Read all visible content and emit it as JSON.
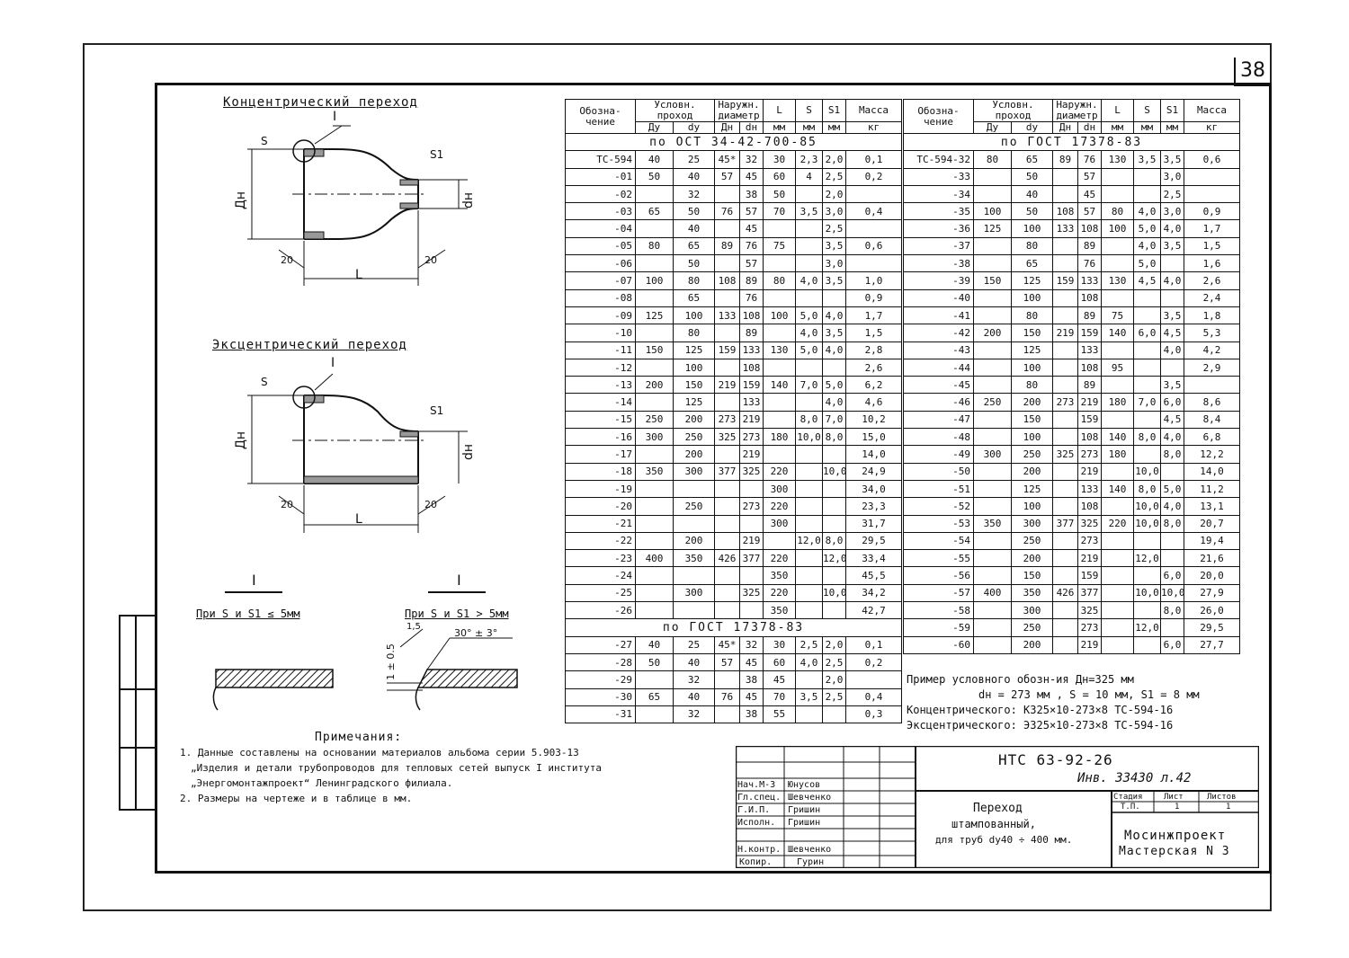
{
  "page_number": "38",
  "titles": {
    "concentric": "Концентрический переход",
    "eccentric": "Эксцентрический переход"
  },
  "drawing_labels": {
    "mark_I": "I",
    "s": "S",
    "s1": "S1",
    "dn_big": "Дн",
    "dn_small": "dн",
    "length": "L",
    "angle": "20"
  },
  "details": {
    "mark": "I",
    "left_caption": "При S и S1 ≤ 5мм",
    "right_caption": "При S и S1 > 5мм",
    "gap": "1 ± 0.5",
    "angle": "30° ± 3°",
    "r": "1,5"
  },
  "table": {
    "headers": {
      "designation": "Обозна-чение",
      "nominal_bore": "Условн. проход",
      "outer_diam": "Наружн. диаметр",
      "L": "L",
      "S": "S",
      "S1": "S1",
      "mass": "Масса",
      "Dy": "Ду",
      "dy": "dу",
      "Dn": "Дн",
      "dn": "dн",
      "mm": "мм",
      "kg": "кг"
    },
    "left_section_title": "по ОСТ 34-42-700-85",
    "left_section2_title": "по ГОСТ 17378-83",
    "right_section_title": "по ГОСТ 17378-83",
    "left_rows": [
      {
        "d": "ТС-594",
        "Dy": "40",
        "dy": "25",
        "Dn": "45*",
        "dn": "32",
        "L": "30",
        "S": "2,3",
        "S1": "2,0",
        "m": "0,1"
      },
      {
        "d": "-01",
        "Dy": "50",
        "dy": "40",
        "Dn": "57",
        "dn": "45",
        "L": "60",
        "S": "4",
        "S1": "2,5",
        "m": "0,2"
      },
      {
        "d": "-02",
        "dy": "32",
        "dn": "38",
        "L": "50",
        "S1": "2,0"
      },
      {
        "d": "-03",
        "Dy": "65",
        "dy": "50",
        "Dn": "76",
        "dn": "57",
        "L": "70",
        "S": "3,5",
        "S1": "3,0",
        "m": "0,4"
      },
      {
        "d": "-04",
        "dy": "40",
        "dn": "45",
        "S1": "2,5"
      },
      {
        "d": "-05",
        "Dy": "80",
        "dy": "65",
        "Dn": "89",
        "dn": "76",
        "L": "75",
        "S1": "3,5",
        "m": "0,6"
      },
      {
        "d": "-06",
        "dy": "50",
        "dn": "57",
        "S1": "3,0"
      },
      {
        "d": "-07",
        "Dy": "100",
        "dy": "80",
        "Dn": "108",
        "dn": "89",
        "L": "80",
        "S": "4,0",
        "S1": "3,5",
        "m": "1,0"
      },
      {
        "d": "-08",
        "dy": "65",
        "dn": "76",
        "m": "0,9"
      },
      {
        "d": "-09",
        "Dy": "125",
        "dy": "100",
        "Dn": "133",
        "dn": "108",
        "L": "100",
        "S": "5,0",
        "S1": "4,0",
        "m": "1,7"
      },
      {
        "d": "-10",
        "dy": "80",
        "dn": "89",
        "S": "4,0",
        "S1": "3,5",
        "m": "1,5"
      },
      {
        "d": "-11",
        "Dy": "150",
        "dy": "125",
        "Dn": "159",
        "dn": "133",
        "L": "130",
        "S": "5,0",
        "S1": "4,0",
        "m": "2,8"
      },
      {
        "d": "-12",
        "dy": "100",
        "dn": "108",
        "m": "2,6"
      },
      {
        "d": "-13",
        "Dy": "200",
        "dy": "150",
        "Dn": "219",
        "dn": "159",
        "L": "140",
        "S": "7,0",
        "S1": "5,0",
        "m": "6,2"
      },
      {
        "d": "-14",
        "dy": "125",
        "dn": "133",
        "S1": "4,0",
        "m": "4,6"
      },
      {
        "d": "-15",
        "Dy": "250",
        "dy": "200",
        "Dn": "273",
        "dn": "219",
        "S": "8,0",
        "S1": "7,0",
        "m": "10,2"
      },
      {
        "d": "-16",
        "Dy": "300",
        "dy": "250",
        "Dn": "325",
        "dn": "273",
        "L": "180",
        "S": "10,0",
        "S1": "8,0",
        "m": "15,0"
      },
      {
        "d": "-17",
        "dy": "200",
        "dn": "219",
        "m": "14,0"
      },
      {
        "d": "-18",
        "Dy": "350",
        "dy": "300",
        "Dn": "377",
        "dn": "325",
        "L2": "220",
        "S1": "10,0",
        "m": "24,9"
      },
      {
        "d": "-19",
        "L2": "300",
        "m": "34,0"
      },
      {
        "d": "-20",
        "dy": "250",
        "dn": "273",
        "L2": "220",
        "m": "23,3"
      },
      {
        "d": "-21",
        "L2": "300",
        "m": "31,7"
      },
      {
        "d": "-22",
        "dy": "200",
        "dn": "219",
        "S": "12,0",
        "S1": "8,0",
        "m": "29,5"
      },
      {
        "d": "-23",
        "Dy": "400",
        "dy": "350",
        "Dn": "426",
        "dn": "377",
        "L2": "220",
        "S1": "12,0",
        "m": "33,4"
      },
      {
        "d": "-24",
        "L2": "350",
        "m": "45,5"
      },
      {
        "d": "-25",
        "dy": "300",
        "dn": "325",
        "L2": "220",
        "S1": "10,0",
        "m": "34,2"
      },
      {
        "d": "-26",
        "L2": "350",
        "m": "42,7"
      }
    ],
    "left_rows2": [
      {
        "d": "-27",
        "Dy": "40",
        "dy": "25",
        "Dn": "45*",
        "dn": "32",
        "L": "30",
        "S": "2,5",
        "S1": "2,0",
        "m": "0,1"
      },
      {
        "d": "-28",
        "Dy": "50",
        "dy": "40",
        "Dn": "57",
        "dn": "45",
        "L": "60",
        "S": "4,0",
        "S1": "2,5",
        "m": "0,2"
      },
      {
        "d": "-29",
        "dy": "32",
        "dn": "38",
        "L": "45",
        "S1": "2,0"
      },
      {
        "d": "-30",
        "Dy": "65",
        "dy": "40",
        "Dn": "76",
        "dn": "45",
        "L": "70",
        "S": "3,5",
        "S1": "2,5",
        "m": "0,4"
      },
      {
        "d": "-31",
        "dy": "32",
        "dn": "38",
        "L": "55",
        "m": "0,3"
      }
    ],
    "right_rows": [
      {
        "d": "ТС-594-32",
        "Dy": "80",
        "dy": "65",
        "Dn": "89",
        "dn": "76",
        "L": "130",
        "S": "3,5",
        "S1": "3,5",
        "m": "0,6"
      },
      {
        "d": "-33",
        "dy": "50",
        "dn": "57",
        "S1": "3,0"
      },
      {
        "d": "-34",
        "dy": "40",
        "dn": "45",
        "S1": "2,5"
      },
      {
        "d": "-35",
        "Dy": "100",
        "dy": "50",
        "Dn": "108",
        "dn": "57",
        "L": "80",
        "S": "4,0",
        "S1": "3,0",
        "m": "0,9"
      },
      {
        "d": "-36",
        "Dy": "125",
        "dy": "100",
        "Dn": "133",
        "dn": "108",
        "L": "100",
        "S": "5,0",
        "S1": "4,0",
        "m": "1,7"
      },
      {
        "d": "-37",
        "dy": "80",
        "dn": "89",
        "S": "4,0",
        "S1": "3,5",
        "m": "1,5"
      },
      {
        "d": "-38",
        "dy": "65",
        "dn": "76",
        "S": "5,0",
        "m": "1,6"
      },
      {
        "d": "-39",
        "Dy": "150",
        "dy": "125",
        "Dn": "159",
        "dn": "133",
        "L": "130",
        "S": "4,5",
        "S1": "4,0",
        "m": "2,6"
      },
      {
        "d": "-40",
        "dy": "100",
        "dn": "108",
        "m": "2,4"
      },
      {
        "d": "-41",
        "dy": "80",
        "dn": "89",
        "L": "75",
        "S1": "3,5",
        "m": "1,8"
      },
      {
        "d": "-42",
        "Dy": "200",
        "dy": "150",
        "Dn": "219",
        "dn": "159",
        "L": "140",
        "S": "6,0",
        "S1": "4,5",
        "m": "5,3"
      },
      {
        "d": "-43",
        "dy": "125",
        "dn": "133",
        "S1": "4,0",
        "m": "4,2"
      },
      {
        "d": "-44",
        "dy": "100",
        "dn": "108",
        "L": "95",
        "m": "2,9"
      },
      {
        "d": "-45",
        "dy": "80",
        "dn": "89",
        "S1": "3,5"
      },
      {
        "d": "-46",
        "Dy": "250",
        "dy": "200",
        "Dn": "273",
        "dn": "219",
        "L": "180",
        "S": "7,0",
        "S1": "6,0",
        "m": "8,6"
      },
      {
        "d": "-47",
        "dy": "150",
        "dn": "159",
        "S1": "4,5",
        "m": "8,4"
      },
      {
        "d": "-48",
        "dy": "100",
        "dn": "108",
        "L": "140",
        "S": "8,0",
        "S1": "4,0",
        "m": "6,8"
      },
      {
        "d": "-49",
        "Dy": "300",
        "dy": "250",
        "Dn": "325",
        "dn": "273",
        "L": "180",
        "S1": "8,0",
        "m": "12,2"
      },
      {
        "d": "-50",
        "dy": "200",
        "dn": "219",
        "S": "10,0",
        "m": "14,0"
      },
      {
        "d": "-51",
        "dy": "125",
        "dn": "133",
        "L": "140",
        "S": "8,0",
        "S1": "5,0",
        "m": "11,2"
      },
      {
        "d": "-52",
        "dy": "100",
        "dn": "108",
        "S": "10,0",
        "S1": "4,0",
        "m": "13,1"
      },
      {
        "d": "-53",
        "Dy": "350",
        "dy": "300",
        "Dn": "377",
        "dn": "325",
        "L": "220",
        "S": "10,0",
        "S1": "8,0",
        "m": "20,7"
      },
      {
        "d": "-54",
        "dy": "250",
        "dn": "273",
        "m": "19,4"
      },
      {
        "d": "-55",
        "dy": "200",
        "dn": "219",
        "S": "12,0",
        "m": "21,6"
      },
      {
        "d": "-56",
        "dy": "150",
        "dn": "159",
        "S1": "6,0",
        "m": "20,0"
      },
      {
        "d": "-57",
        "Dy": "400",
        "dy": "350",
        "Dn": "426",
        "dn": "377",
        "S": "10,0",
        "S1": "10,0",
        "m": "27,9"
      },
      {
        "d": "-58",
        "dy": "300",
        "dn": "325",
        "S1": "8,0",
        "m": "26,0"
      },
      {
        "d": "-59",
        "dy": "250",
        "dn": "273",
        "S": "12,0",
        "m": "29,5"
      },
      {
        "d": "-60",
        "dy": "200",
        "dn": "219",
        "S1": "6,0",
        "m": "27,7"
      }
    ]
  },
  "example": {
    "line1": "Пример условного обозн-ия Дн=325 мм",
    "line2": "dн = 273 мм ,  S = 10 мм,  S1 = 8 мм",
    "line3": "Концентрического: К325×10-273×8 ТС-594-16",
    "line4": "Эксцентрического: Э325×10-273×8 ТС-594-16"
  },
  "notes": {
    "title": "Примечания:",
    "n1": "1. Данные составлены на основании материалов альбома серии 5.903-13",
    "n1b": "„Изделия и детали трубопроводов для тепловых сетей выпуск I института",
    "n1c": "„Энергомонтажпроект“ Ленинградского филиала.",
    "n2": "2. Размеры на чертеже и в таблице в мм."
  },
  "stamp": {
    "code": "НТС 63-92-26",
    "inv": "Инв. 33430 л.42",
    "title1": "Переход",
    "title2": "штампованный,",
    "title3": "для труб dу40 ÷ 400 мм.",
    "stage_h": "Стадия",
    "sheet_h": "Лист",
    "sheets_h": "Листов",
    "stage": "Т.П.",
    "sheet": "1",
    "sheets": "1",
    "org1": "Мосинжпроект",
    "org2": "Мастерская N 3",
    "roles": [
      {
        "role": "Нач.М-3",
        "name": "Юнусов"
      },
      {
        "role": "Гл.спец.",
        "name": "Шевченко"
      },
      {
        "role": "Г.И.П.",
        "name": "Гришин"
      },
      {
        "role": "Исполн.",
        "name": "Гришин"
      },
      {
        "role": "Н.контр.",
        "name": "Шевченко"
      }
    ],
    "copied": "Копир.",
    "copied_name": "Гурин"
  }
}
